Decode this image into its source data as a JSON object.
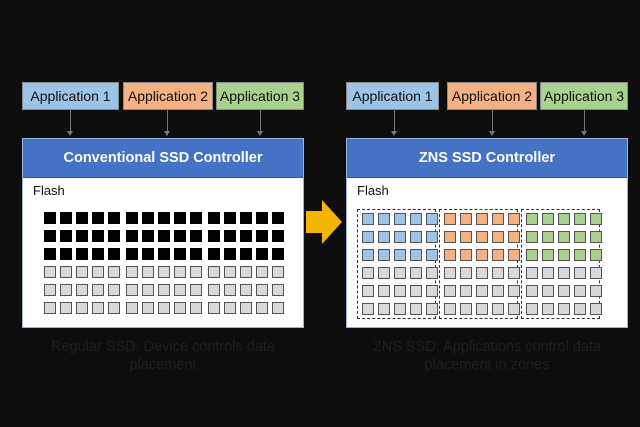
{
  "left": {
    "apps": [
      {
        "label": "Application 1",
        "color": "#9dc3e6"
      },
      {
        "label": "Application 2",
        "color": "#f4b183"
      },
      {
        "label": "Application 3",
        "color": "#a9d18e"
      }
    ],
    "controller": "Conventional SSD Controller",
    "flash_label": "Flash",
    "caption": "Regular SSD: Device controls data placement"
  },
  "right": {
    "apps": [
      {
        "label": "Application 1",
        "color": "#9dc3e6"
      },
      {
        "label": "Application 2",
        "color": "#f4b183"
      },
      {
        "label": "Application 3",
        "color": "#a9d18e"
      }
    ],
    "controller": "ZNS SSD Controller",
    "flash_label": "Flash",
    "caption": "ZNS SSD: Applications control data placement in zones"
  },
  "colors": {
    "app1": "#9dc3e6",
    "app2": "#f4b183",
    "app3": "#a9d18e",
    "controller": "#4472c4",
    "arrow": "#f5b400",
    "used_block": "#000000",
    "free_block": "#d9d9d9"
  },
  "flash_layout": {
    "rows": 6,
    "groups": 3,
    "blocks_per_group": 5,
    "left_filled_rows": 3,
    "right_zone_colors": [
      "blue",
      "orange",
      "green"
    ],
    "right_filled_rows": 3
  }
}
